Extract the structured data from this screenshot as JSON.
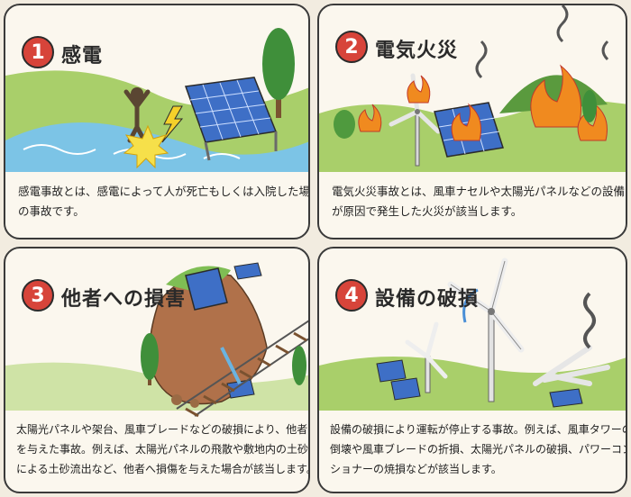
{
  "cards": [
    {
      "number": "1",
      "title": "感電",
      "lines": [
        "感電事故とは、感電によって人が死亡もしくは入院した場合",
        "の事故です。"
      ]
    },
    {
      "number": "2",
      "title": "電気火災",
      "lines": [
        "電気火災事故とは、風車ナセルや太陽光パネルなどの設備",
        "が原因で発生した火災が該当します。"
      ]
    },
    {
      "number": "3",
      "title": "他者への損害",
      "lines": [
        "太陽光パネルや架台、風車ブレードなどの破損により、他者へ損傷",
        "を与えた事故。例えば、太陽光パネルの飛散や敷地内の土砂崩れ",
        "による土砂流出など、他者へ損傷を与えた場合が該当します。"
      ]
    },
    {
      "number": "4",
      "title": "設備の破損",
      "lines": [
        "設備の破損により運転が停止する事故。例えば、風車タワーの",
        "倒壊や風車ブレードの折損、太陽光パネルの破損、パワーコンディ",
        "ショナーの焼損などが該当します。"
      ]
    }
  ],
  "colors": {
    "badge": "#d7443a",
    "background": "#f2ece0",
    "card": "#fbf7ee",
    "grass": "#a9cf6a",
    "panel": "#3e6fc6",
    "fire": "#f08a1f"
  },
  "icons": [
    "person-icon",
    "lightning-icon",
    "solar-panel-icon",
    "wind-turbine-icon",
    "fire-icon",
    "tree-icon",
    "rail-track-icon",
    "smoke-icon"
  ]
}
